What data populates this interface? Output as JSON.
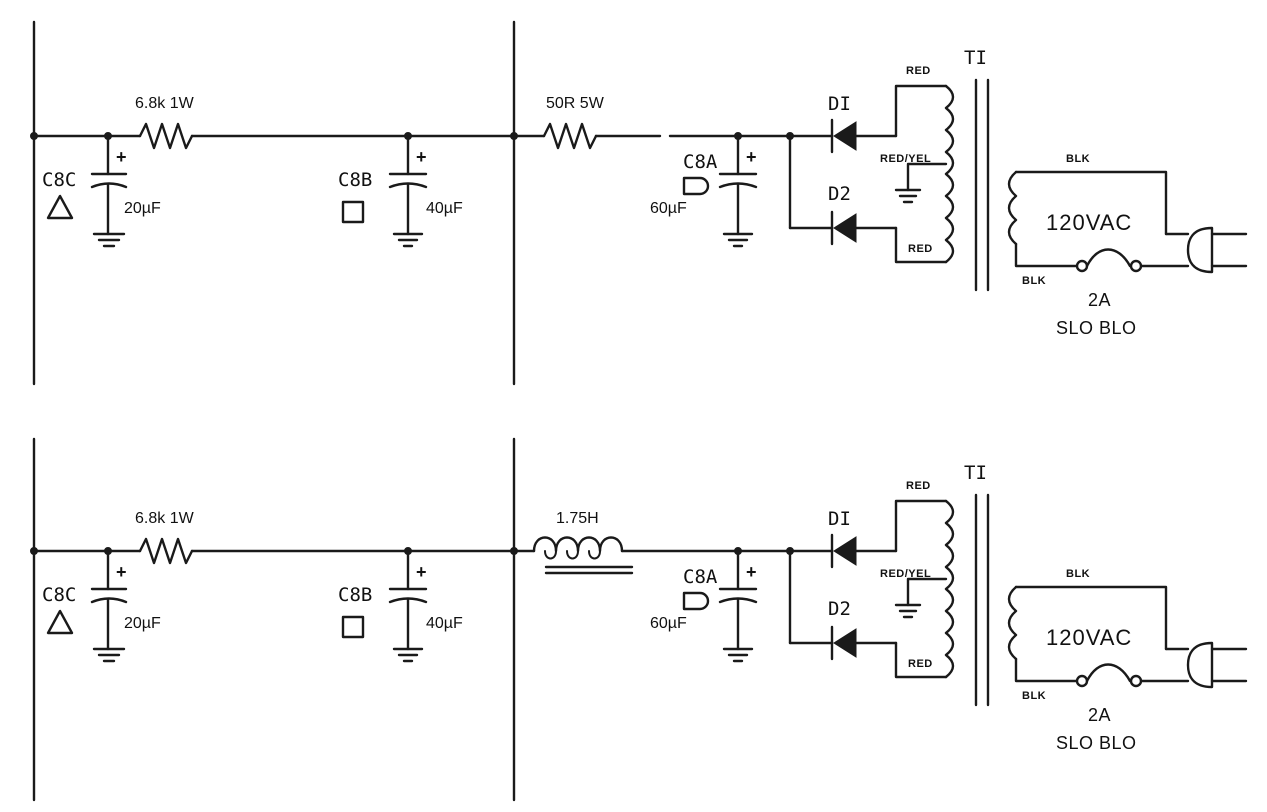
{
  "schematics": [
    {
      "id": "resistor-version",
      "left_filter": {
        "resistor": "6.8k 1W"
      },
      "c8c": {
        "name": "C8C",
        "plus": "+",
        "value": "20µF"
      },
      "c8b": {
        "name": "C8B",
        "plus": "+",
        "value": "40µF"
      },
      "series_element": {
        "kind": "resistor",
        "label": "50R 5W"
      },
      "c8a": {
        "name": "C8A",
        "plus": "+",
        "value": "60µF"
      },
      "d1": "DI",
      "d2": "D2",
      "transformer": {
        "name": "TI",
        "red_top": "RED",
        "center_tap": "RED/YEL",
        "red_bottom": "RED",
        "blk_top": "BLK",
        "blk_bottom": "BLK",
        "primary": "120VAC"
      },
      "fuse": {
        "rating": "2A",
        "type": "SLO BLO"
      }
    },
    {
      "id": "choke-version",
      "left_filter": {
        "resistor": "6.8k 1W"
      },
      "c8c": {
        "name": "C8C",
        "plus": "+",
        "value": "20µF"
      },
      "c8b": {
        "name": "C8B",
        "plus": "+",
        "value": "40µF"
      },
      "series_element": {
        "kind": "inductor",
        "label": "1.75H"
      },
      "c8a": {
        "name": "C8A",
        "plus": "+",
        "value": "60µF"
      },
      "d1": "DI",
      "d2": "D2",
      "transformer": {
        "name": "TI",
        "red_top": "RED",
        "center_tap": "RED/YEL",
        "red_bottom": "RED",
        "blk_top": "BLK",
        "blk_bottom": "BLK",
        "primary": "120VAC"
      },
      "fuse": {
        "rating": "2A",
        "type": "SLO BLO"
      }
    }
  ]
}
